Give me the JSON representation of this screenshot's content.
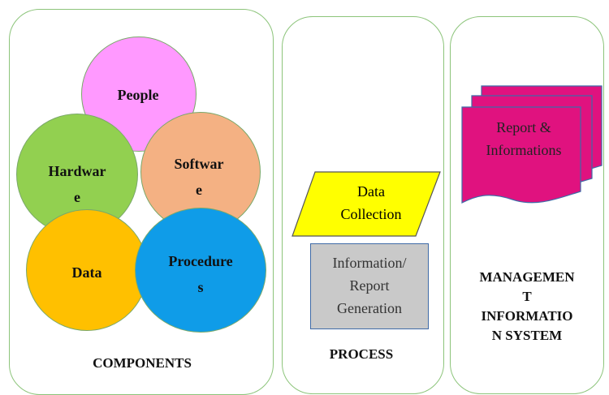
{
  "components": {
    "caption": "COMPONENTS",
    "people": "People",
    "hardware_1": "Hardwar",
    "hardware_2": "e",
    "software_1": "Softwar",
    "software_2": "e",
    "data": "Data",
    "procedures_1": "Procedure",
    "procedures_2": "s"
  },
  "process": {
    "caption": "PROCESS",
    "data_collection_1": "Data",
    "data_collection_2": "Collection",
    "report_gen_1": "Information/",
    "report_gen_2": "Report",
    "report_gen_3": "Generation"
  },
  "mis": {
    "doc_1": "Report &",
    "doc_2": "Informations",
    "title_1": "MANAGEMEN",
    "title_2": "T",
    "title_3": "INFORMATIO",
    "title_4": "N SYSTEM"
  },
  "colors": {
    "people": "#ff99ff",
    "hardware": "#92d050",
    "software": "#f4b183",
    "data": "#ffc000",
    "procedures": "#0f9ce8",
    "data_collection": "#ffff00",
    "report_generation": "#c9c9c9",
    "document": "#e0127f",
    "panel_border": "#8cc47a"
  }
}
